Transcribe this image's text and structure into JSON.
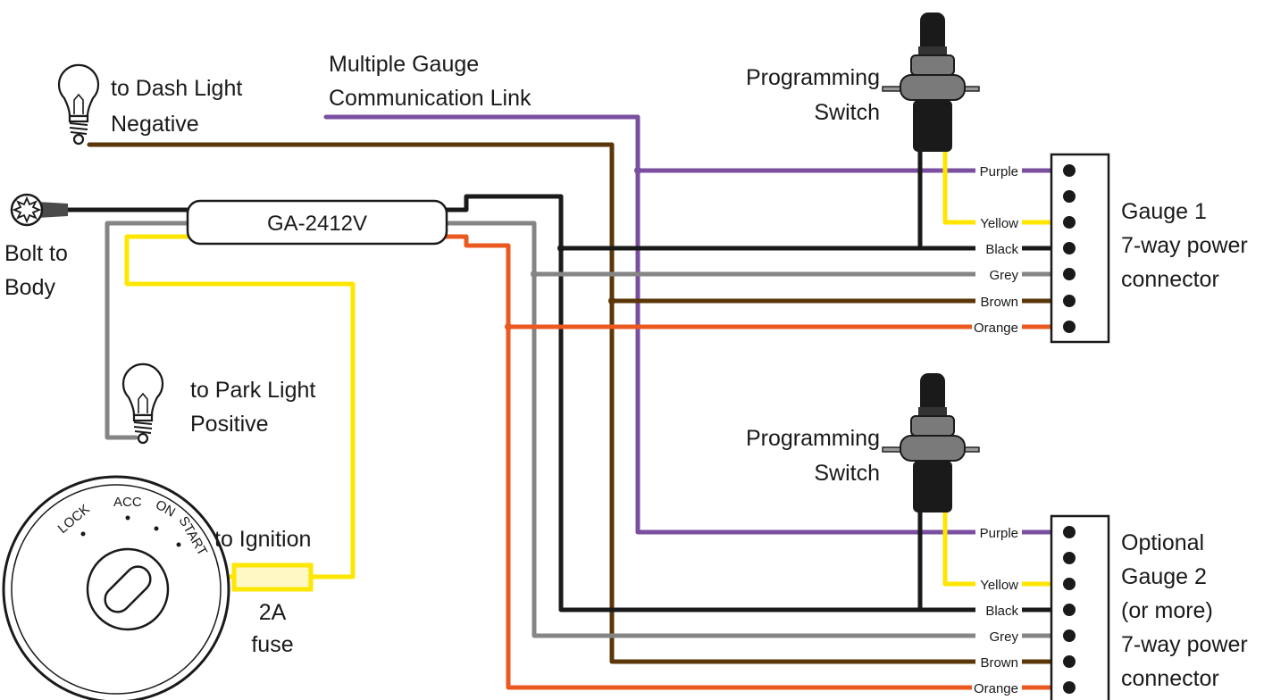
{
  "labels": {
    "dash_light": [
      "to Dash Light",
      "Negative"
    ],
    "comm_link": [
      "Multiple Gauge",
      "Communication Link"
    ],
    "bolt": [
      "Bolt to",
      "Body"
    ],
    "park_light": [
      "to Park Light",
      "Positive"
    ],
    "ignition": "to Ignition",
    "fuse": [
      "2A",
      "fuse"
    ],
    "switch1": [
      "Programming",
      "Switch"
    ],
    "switch2": [
      "Programming",
      "Switch"
    ],
    "gauge1": [
      "Gauge 1",
      "7-way power",
      "connector"
    ],
    "gauge2": [
      "Optional",
      "Gauge 2",
      "(or more)",
      "7-way power",
      "connector"
    ]
  },
  "module_label": "GA-2412V",
  "key_switch": {
    "positions": [
      "LOCK",
      "ACC",
      "ON",
      "START"
    ]
  },
  "wire_labels": [
    "Purple",
    "Yellow",
    "Black",
    "Grey",
    "Brown",
    "Orange"
  ],
  "colors": {
    "purple": "#7b4fa0",
    "yellow": "#ffe600",
    "black": "#1a1a1a",
    "grey": "#858585",
    "brown": "#5a3608",
    "orange": "#ea5a20"
  }
}
